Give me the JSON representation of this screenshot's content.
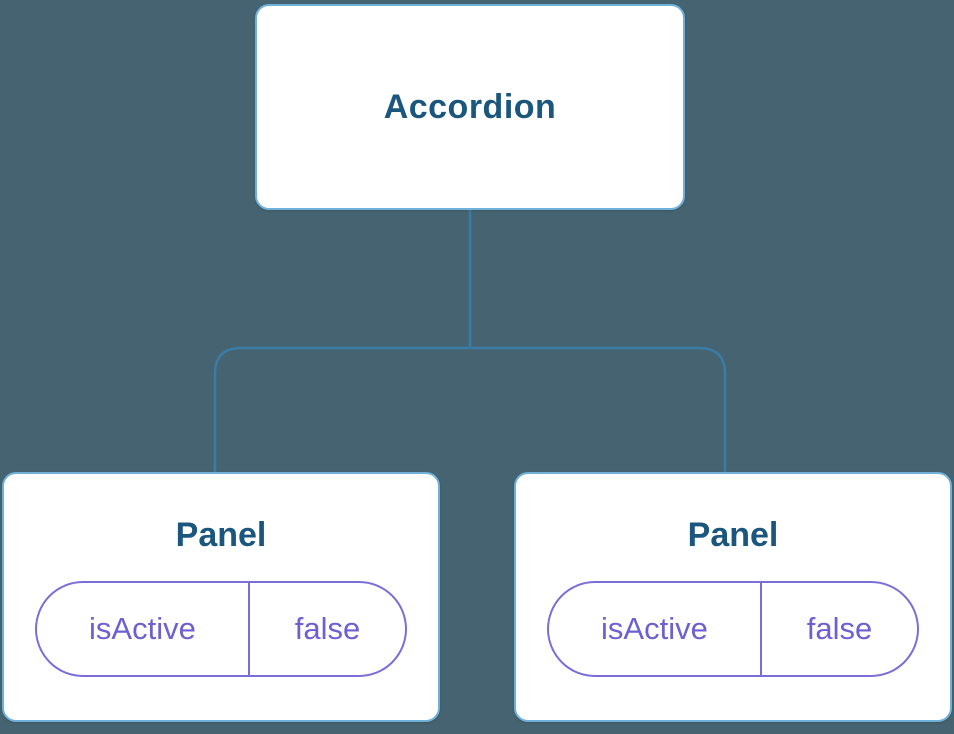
{
  "diagram": {
    "type": "component-tree",
    "root": {
      "label": "Accordion"
    },
    "panels": [
      {
        "label": "Panel",
        "state": {
          "key": "isActive",
          "value": "false"
        }
      },
      {
        "label": "Panel",
        "state": {
          "key": "isActive",
          "value": "false"
        }
      }
    ]
  },
  "colors": {
    "background": "#456370",
    "node_fill": "#ffffff",
    "node_border": "#6fb1d8",
    "connector": "#3a7ca5",
    "title_text": "#1b567e",
    "state_border": "#7a6fd8",
    "state_text": "#6d60d2"
  }
}
